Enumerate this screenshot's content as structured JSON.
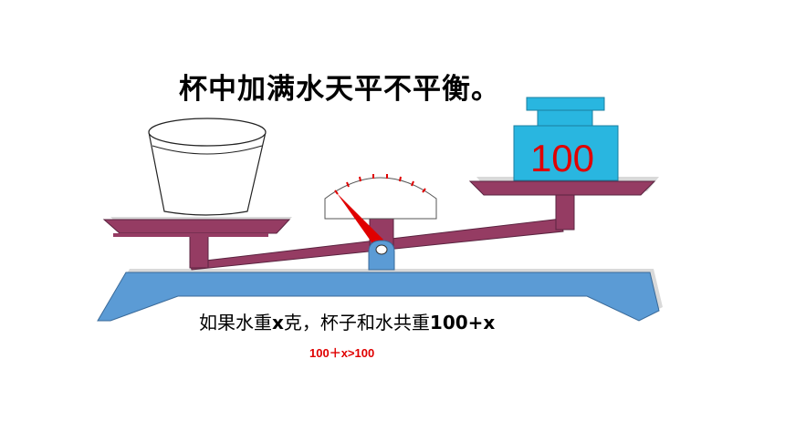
{
  "title": "杯中加满水天平不平衡。",
  "weight_label": "100",
  "caption": {
    "prefix": "如果水重",
    "x": "x",
    "middle": "克，杯子和水共重",
    "expression": "100+x"
  },
  "inequality": "100＋x>100",
  "colors": {
    "base": "#5b9bd5",
    "arm": "#953c63",
    "weight": "#29b6e0",
    "label_red": "#e00000",
    "dial": "#ffffff",
    "needle": "#e00000"
  },
  "icons": {
    "cup": "cup-icon",
    "weight": "weight-icon",
    "dial": "dial-icon"
  }
}
